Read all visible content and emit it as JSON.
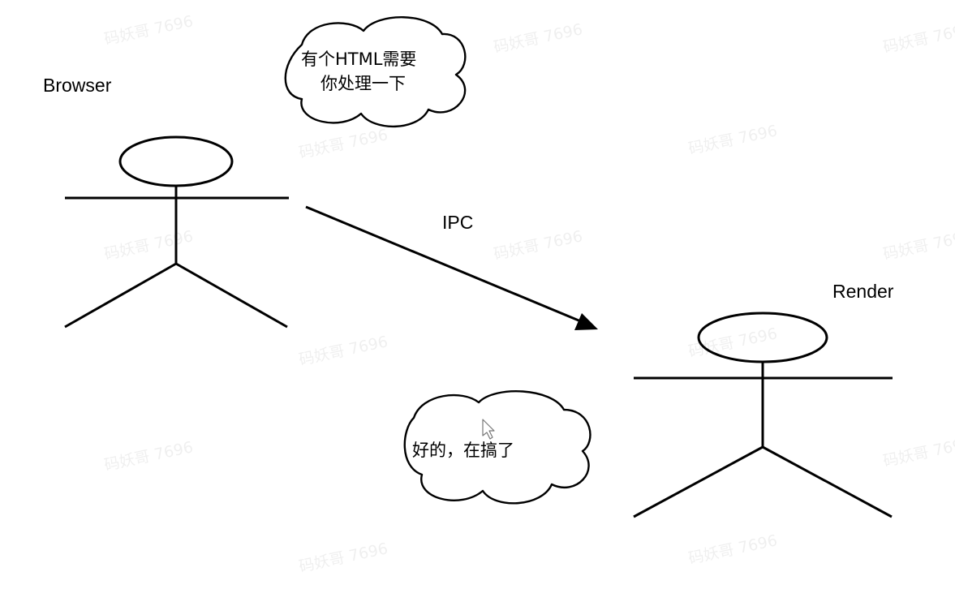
{
  "actors": {
    "browser": {
      "label": "Browser"
    },
    "render": {
      "label": "Render"
    }
  },
  "message": {
    "label": "IPC"
  },
  "bubbles": {
    "request": {
      "lines": [
        "有个HTML需要",
        "你处理一下"
      ]
    },
    "reply": {
      "lines": [
        "好的，在搞了"
      ]
    }
  },
  "watermark": {
    "text": "码妖哥 7696"
  },
  "colors": {
    "ink": "#000000",
    "background": "#ffffff"
  }
}
